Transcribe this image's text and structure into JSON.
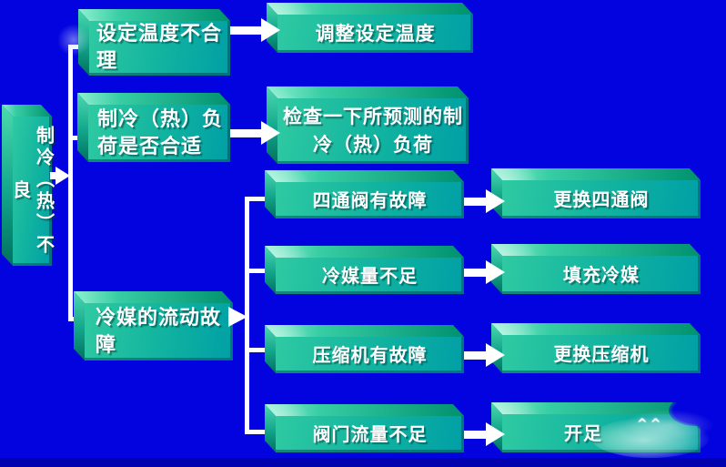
{
  "slide": {
    "background_color": "#0303df",
    "bottom_strip_color": "#0202ae",
    "connector_color": "#ffffff",
    "box_colors": {
      "face_left": "#2fcaa2",
      "face_right": "#009fa6",
      "top_light": "#8ff0d0",
      "top_dark": "#00916e",
      "side_light": "#4cd9b0",
      "side_dark": "#00705f",
      "text": "#ffffff"
    }
  },
  "diagram": {
    "root": {
      "label": "制冷（热）不良"
    },
    "branches": [
      {
        "cause": "设定温度不合\n理",
        "remedy": "调整设定温度"
      },
      {
        "cause": "制冷（热）负\n荷是否合适",
        "remedy": "检查一下所预测的制\n冷（热）负荷"
      },
      {
        "cause": "冷媒的流动故\n障"
      }
    ],
    "flow_subcauses": [
      {
        "cause": "四通阀有故障",
        "remedy": "更换四通阀"
      },
      {
        "cause": "冷媒量不足",
        "remedy": "填充冷媒"
      },
      {
        "cause": "压缩机有故障",
        "remedy": "更换压缩机"
      },
      {
        "cause": "阀门流量不足",
        "remedy": "开足"
      }
    ],
    "artifact_marks": "^^"
  }
}
